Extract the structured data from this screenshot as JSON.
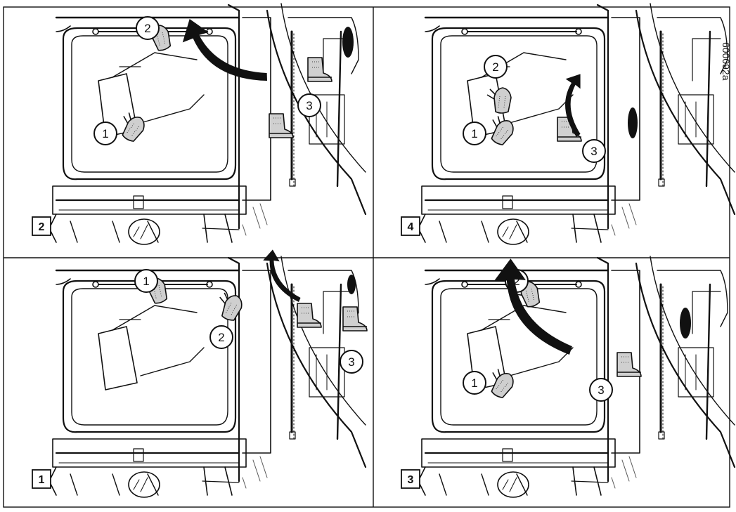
{
  "document": {
    "figure_code": "600092a"
  },
  "panels": [
    {
      "step": "2",
      "callouts": [
        "1",
        "2",
        "3"
      ]
    },
    {
      "step": "4",
      "callouts": [
        "1",
        "2",
        "3"
      ]
    },
    {
      "step": "1",
      "callouts": [
        "1",
        "2",
        "3"
      ]
    },
    {
      "step": "3",
      "callouts": [
        "1",
        "2",
        "3"
      ]
    }
  ]
}
